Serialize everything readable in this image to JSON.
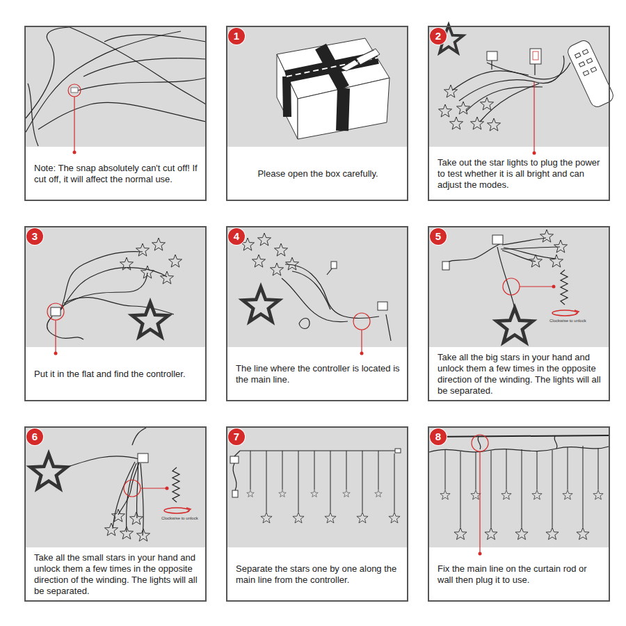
{
  "diagram": {
    "nodes": [
      {
        "text": [
          "Note: The snap absolutely can't cut off! If cut off, it will affect the normal use."
        ]
      },
      {
        "text": [
          "Please open the box carefully."
        ]
      },
      {
        "text": [
          "Take out the star lights to plug the power to test whether it is all bright and can adjust the modes."
        ]
      },
      {
        "text": [
          "Put it in the flat and find the controller."
        ]
      },
      {
        "text": [
          "The line where the controller is located is the main line."
        ]
      },
      {
        "text": [
          "Take all the big stars in your hand and unlock them a few times in the opposite direction of the winding. The lights will all be separated."
        ]
      },
      {
        "text": [
          "Take all the small stars in your hand and unlock them a few times in the opposite direction of the winding. The lights will all be separated."
        ]
      },
      {
        "text": [
          "Separate the stars one by one along the main line from the controller."
        ]
      },
      {
        "text": [
          "Fix the main line on the curtain rod or wall then plug it to use."
        ]
      }
    ],
    "labels": [
      "1",
      "2",
      "3",
      "4",
      "5",
      "6",
      "7",
      "8",
      "Clockwise to unlock",
      "Clockwise to unlock"
    ]
  }
}
